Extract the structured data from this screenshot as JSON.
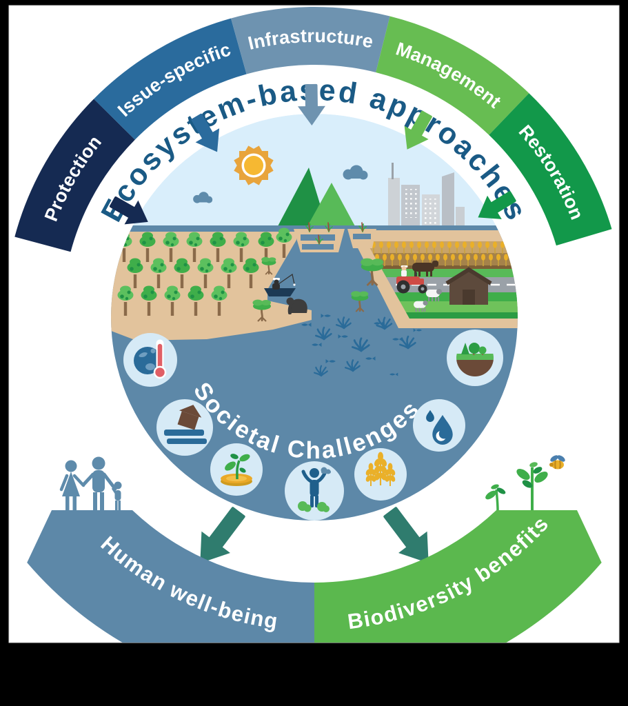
{
  "figure": {
    "title": "Ecosystem-based approaches",
    "inner_label": "Societal Challenges"
  },
  "approach_segments": [
    {
      "label": "Protection",
      "color": "#152a52"
    },
    {
      "label": "Issue-specific",
      "color": "#2a6b9d"
    },
    {
      "label": "Infrastructure",
      "color": "#6e93b0"
    },
    {
      "label": "Management",
      "color": "#67bd52"
    },
    {
      "label": "Restoration",
      "color": "#12984a"
    }
  ],
  "outcomes": [
    {
      "label": "Human well-being",
      "color": "#5d88a8"
    },
    {
      "label": "Biodiversity benefits",
      "color": "#5bb84e"
    }
  ],
  "challenge_icons": [
    "globe-with-thermometer",
    "flooded-house",
    "seedling-on-coin",
    "person-arms-raised",
    "wheat-ears",
    "water-drops",
    "trees-on-soil"
  ],
  "scene_icons": [
    "sun",
    "clouds",
    "mountains",
    "city-skyline",
    "forest-trees",
    "gorilla",
    "fisherman-boat",
    "mangroves",
    "floating-gardens",
    "corn-field",
    "cow",
    "tractor",
    "road",
    "barn",
    "sheep",
    "fish",
    "corals",
    "family",
    "plants",
    "bee"
  ],
  "palette": {
    "frame": "#000000",
    "canvas": "#ffffff",
    "title_text": "#1a5a85",
    "sky": "#d9eefb",
    "water": "#5d88a8",
    "water_dark": "#2a6b99",
    "icon_circle": "#d6eaf6",
    "land_tan": "#e2c39c",
    "tree_green": "#3fae4a",
    "tree_dark": "#1f9145",
    "tree_light": "#6fc25b",
    "trunk_brown": "#8a6a4a",
    "arrow_teal": "#2f7c6e",
    "sun_gold": "#f6b832",
    "coin_gold": "#eaa928",
    "red_accent": "#e05f66"
  }
}
